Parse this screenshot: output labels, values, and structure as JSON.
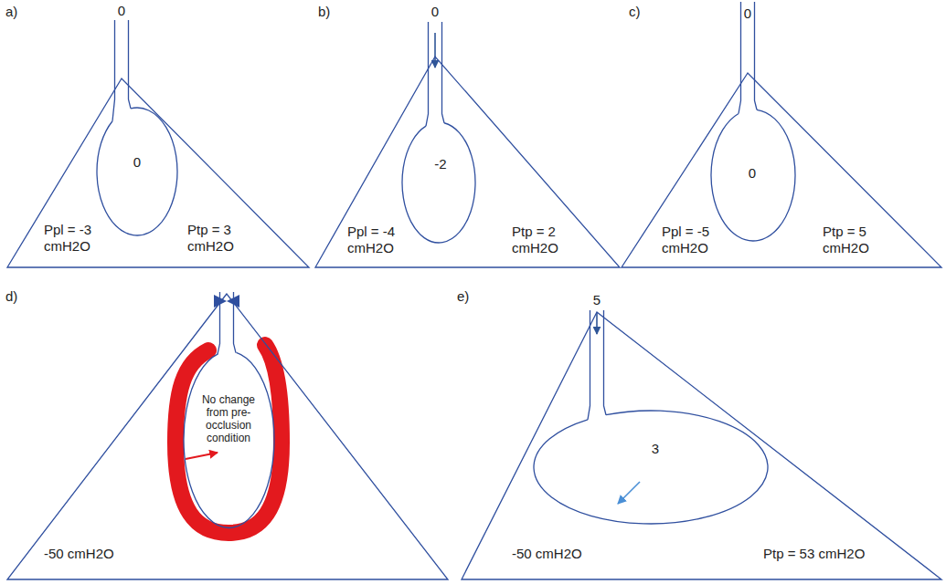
{
  "diagram": {
    "nodes": [
      {
        "text": [
          "Ppl = -3 cmH2O",
          "Ptp = 3 cmH2O"
        ]
      },
      {
        "text": [
          "0"
        ],
        "in": 0
      },
      {
        "text": [
          "Ppl = -4 cmH2O",
          "Ptp = 2 cmH2O"
        ]
      },
      {
        "text": [
          "-2"
        ],
        "in": 2
      },
      {
        "text": [
          "Ppl = -5 cmH2O",
          "Ptp = 5 cmH2O"
        ]
      },
      {
        "text": [
          "0"
        ],
        "in": 4
      },
      {
        "text": [
          "-50 cmH2O"
        ]
      },
      {
        "text": [
          "No change from pre-occlusion condition"
        ],
        "in": 6
      },
      {
        "text": [
          "-50 cmH2O",
          "Ptp = 53 cmH2O"
        ]
      },
      {
        "text": [
          "3"
        ],
        "in": 8
      }
    ],
    "labels": [
      "a)",
      "0",
      "b)",
      "0",
      "c)",
      "0",
      "d)",
      "e)",
      "5"
    ]
  }
}
